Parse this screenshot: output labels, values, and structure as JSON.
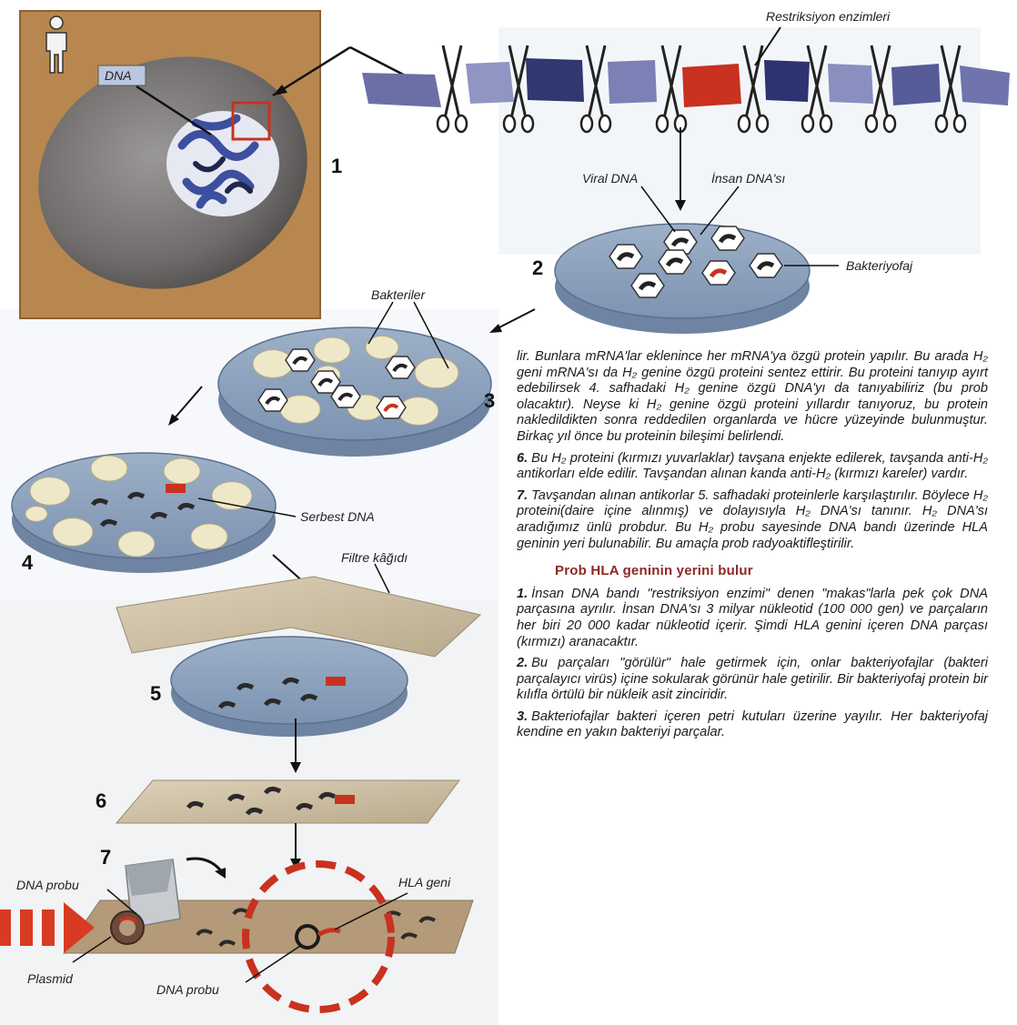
{
  "labels": {
    "dna": "DNA",
    "restriction_enzymes": "Restriksiyon enzimleri",
    "viral_dna": "Viral DNA",
    "human_dna": "İnsan DNA'sı",
    "bacteriophage": "Bakteriyofaj",
    "bacteria": "Bakteriler",
    "free_dna": "Serbest DNA",
    "filter_paper": "Filtre kâğıdı",
    "dna_probe_top": "DNA probu",
    "hla_gene": "HLA geni",
    "plasmid": "Plasmid",
    "dna_probe_bottom": "DNA probu"
  },
  "step_numbers": [
    "1",
    "2",
    "3",
    "4",
    "5",
    "6",
    "7"
  ],
  "article": {
    "p1": "lir. Bunlara mRNA'lar eklenince her mRNA'ya özgü protein yapılır. Bu arada H₂ geni mRNA'sı da H₂ genine özgü proteini sentez ettirir. Bu proteini tanıyıp ayırt edebilirsek 4. safhadaki H₂ genine özgü DNA'yı da tanıyabiliriz (bu prob olacaktır). Neyse ki H₂ genine özgü proteini yıllardır tanıyoruz, bu protein nakledildikten sonra reddedilen organlarda ve hücre yüzeyinde bulunmuştur. Birkaç yıl önce bu proteinin bileşimi belirlendi.",
    "p6_num": "6.",
    "p6": "Bu H₂ proteini (kırmızı yuvarlaklar) tavşana enjekte edilerek, tavşanda anti-H₂ antikorları elde edilir. Tavşandan alınan kanda anti-H₂ (kırmızı kareler) vardır.",
    "p7_num": "7.",
    "p7": "Tavşandan alınan antikorlar 5. safhadaki proteinlerle karşılaştırılır. Böylece H₂ proteini(daire içine alınmış) ve dolayısıyla H₂ DNA'sı tanınır. H₂ DNA'sı aradığımız ünlü probdur. Bu H₂ probu sayesinde DNA bandı üzerinde HLA geninin yeri bulunabilir. Bu amaçla prob radyoaktifleştirilir.",
    "heading": "Prob HLA geninin yerini bulur",
    "s1_num": "1.",
    "s1": "İnsan DNA bandı \"restriksiyon enzimi\" denen \"makas\"larla pek çok DNA parçasına ayrılır. İnsan DNA'sı 3 milyar nükleotid (100 000 gen) ve parçaların her biri 20 000 kadar nükleotid içerir. Şimdi HLA genini içeren DNA parçası (kırmızı) aranacaktır.",
    "s2_num": "2.",
    "s2": "Bu parçaları \"görülür\" hale getirmek için, onlar bakteriyofajlar (bakteri parçalayıcı virüs) içine sokularak görünür hale getirilir. Bir bakteriyofaj protein bir kılıfla örtülü bir nükleik asit zinciridir.",
    "s3_num": "3.",
    "s3": "Bakteriofajlar bakteri içeren petri kutuları üzerine yayılır. Her bakteriyofaj kendine en yakın bakteriyi parçalar."
  },
  "colors": {
    "dna_band": "#6a6fa6",
    "highlight_red": "#c8321f",
    "petri_blue": "#8aa0bd",
    "filter_paper": "#cfc2a8",
    "cell_bg": "#b98a55",
    "heading_red": "#8c2a24"
  },
  "icons": [
    "person-icon",
    "scissors-icon",
    "big-arrow-icon"
  ]
}
